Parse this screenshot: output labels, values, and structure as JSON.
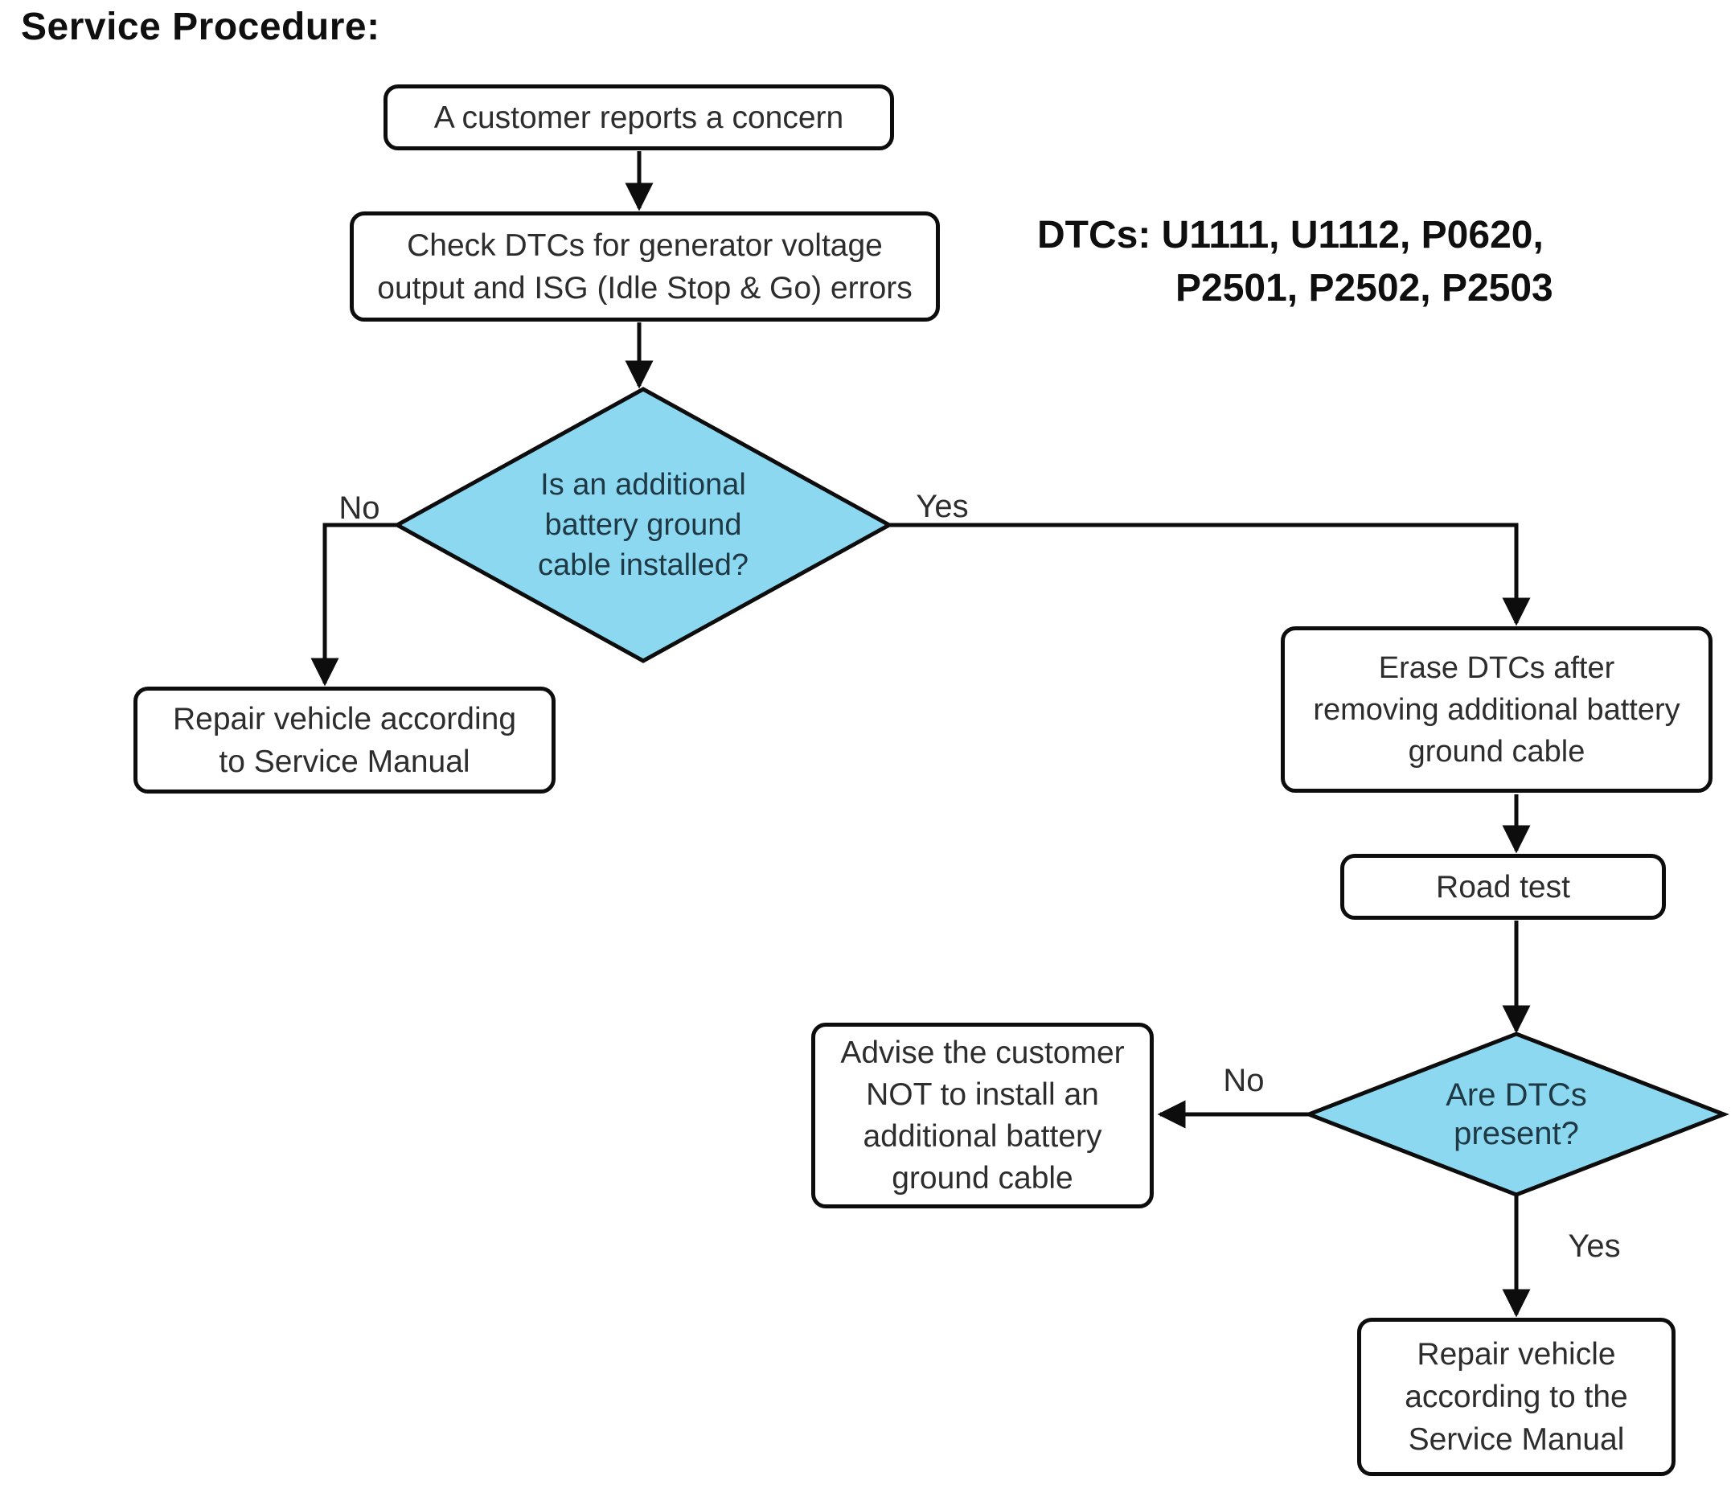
{
  "title": "Service Procedure:",
  "dtc_note": {
    "line1": "DTCs: U1111, U1112, P0620,",
    "line2": "P2501, P2502, P2503"
  },
  "nodes": {
    "start": {
      "text": "A customer reports a concern"
    },
    "check": {
      "text": "Check DTCs for generator voltage\noutput and ISG (Idle Stop & Go) errors"
    },
    "decision_cable": {
      "text": "Is an additional\nbattery ground\ncable installed?"
    },
    "repair_no_cable": {
      "text": "Repair vehicle according\nto Service Manual"
    },
    "erase": {
      "text": "Erase DTCs after\nremoving additional battery\nground cable"
    },
    "road_test": {
      "text": "Road test"
    },
    "decision_dtcs": {
      "text": "Are DTCs\npresent?"
    },
    "advise": {
      "text": "Advise the customer\nNOT to install an\nadditional battery\nground cable"
    },
    "repair_dtcs": {
      "text": "Repair vehicle\naccording to the\nService Manual"
    }
  },
  "labels": {
    "cable_no": "No",
    "cable_yes": "Yes",
    "dtcs_no": "No",
    "dtcs_yes": "Yes"
  },
  "colors": {
    "decision_fill": "#8DD8F1",
    "line": "#0d0d0d"
  }
}
